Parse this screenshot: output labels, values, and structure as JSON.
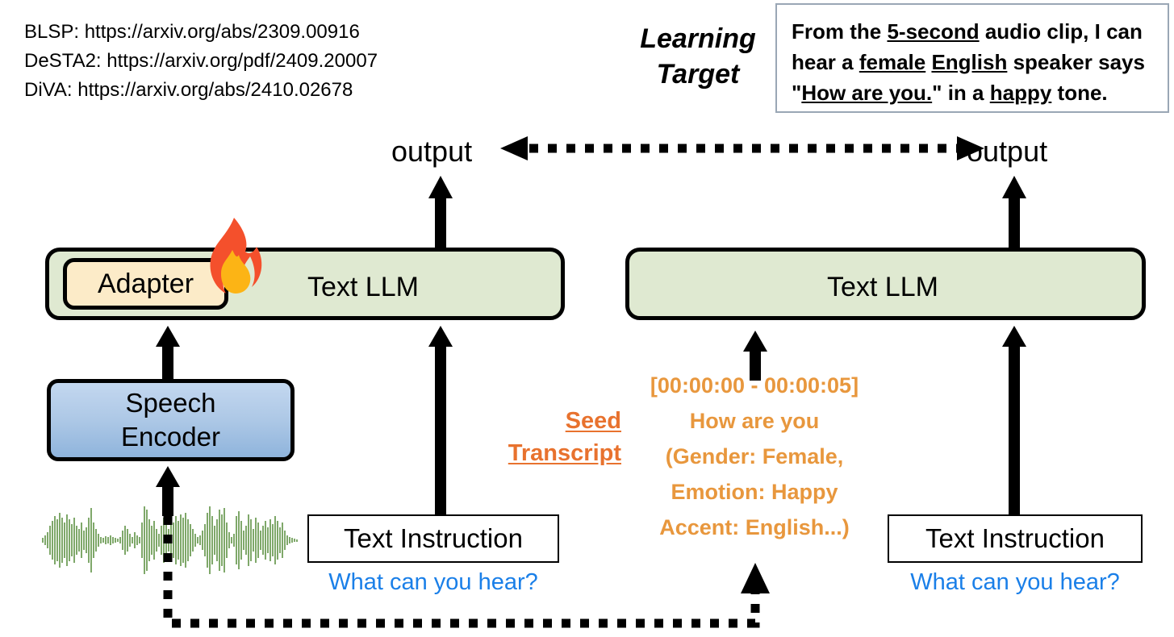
{
  "references": {
    "lines": [
      "BLSP: https://arxiv.org/abs/2309.00916",
      "DeSTA2: https://arxiv.org/pdf/2409.20007",
      "DiVA: https://arxiv.org/abs/2410.02678"
    ]
  },
  "learning_target": {
    "label_line1": "Learning",
    "label_line2": "Target",
    "text_line1_a": "From the ",
    "text_line1_b": "5-second",
    "text_line1_c": " audio clip, I can",
    "text_line2_a": "hear a ",
    "text_line2_b": "female",
    "text_line2_c": " ",
    "text_line2_d": "English",
    "text_line2_e": " speaker says",
    "text_line3_a": "\"",
    "text_line3_b": "How are you.",
    "text_line3_c": "\" in a ",
    "text_line3_d": "happy",
    "text_line3_e": " tone.",
    "border_color": "#9aa7b5"
  },
  "left_pipeline": {
    "output_label": "output",
    "llm_label": "Text LLM",
    "adapter_label": "Adapter",
    "encoder_label_line1": "Speech",
    "encoder_label_line2": "Encoder",
    "instruction_label": "Text Instruction",
    "instruction_caption": "What can you hear?",
    "llm_fill": "#dfe9d1",
    "adapter_fill": "#fcebc8",
    "encoder_fill_top": "#c3d7ef",
    "encoder_fill_bottom": "#8fb4dc",
    "waveform_color": "#7fa86a",
    "caption_color": "#1a7fe8",
    "fire_icon": "fire-emoji"
  },
  "right_pipeline": {
    "output_label": "output",
    "llm_label": "Text LLM",
    "instruction_label": "Text Instruction",
    "instruction_caption": "What can you hear?",
    "llm_fill": "#dfe9d1"
  },
  "seed_transcript": {
    "label_line1": "Seed",
    "label_line2": "Transcript",
    "label_color": "#e8722e",
    "text_color": "#e8973d",
    "lines": [
      "[00:00:00 - 00:00:05]",
      "How are you",
      "(Gender: Female,",
      "Emotion: Happy",
      "Accent: English...)"
    ]
  }
}
